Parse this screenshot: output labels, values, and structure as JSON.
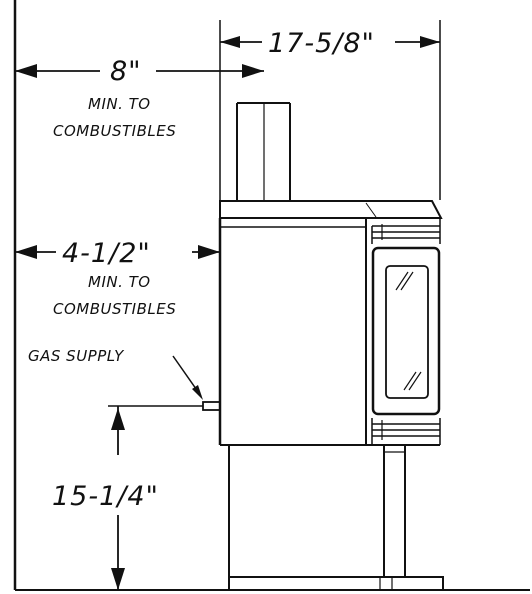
{
  "dimensions": {
    "top_width": "17-5/8\"",
    "rear_clearance": "8\"",
    "rear_clearance_note_line1": "MIN. TO",
    "rear_clearance_note_line2": "COMBUSTIBLES",
    "side_clearance": "4-1/2\"",
    "side_clearance_note_line1": "MIN. TO",
    "side_clearance_note_line2": "COMBUSTIBLES",
    "gas_supply_height": "15-1/4\""
  },
  "labels": {
    "gas_supply": "GAS SUPPLY"
  }
}
